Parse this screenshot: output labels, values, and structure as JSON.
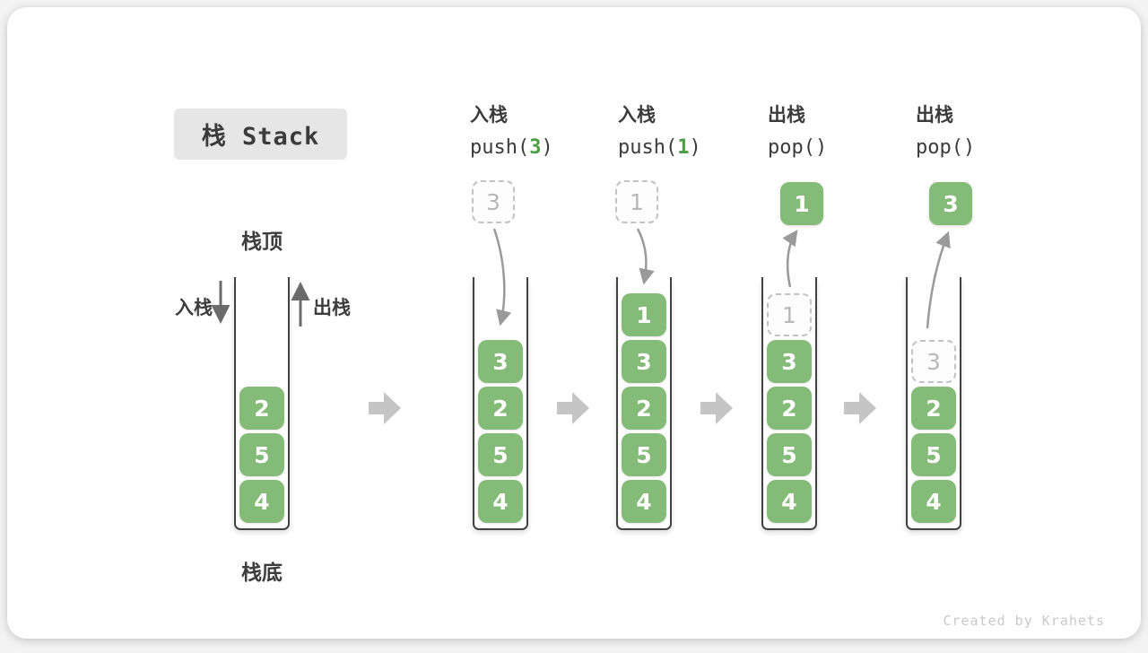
{
  "title": "栈 Stack",
  "watermark": "Created by Krahets",
  "side_labels": {
    "top": "栈顶",
    "bottom": "栈底",
    "push": "入栈",
    "pop": "出栈"
  },
  "colors": {
    "cell_green": "#85bb78",
    "code_arg_green": "#4c9e44",
    "dark_text": "#3b3b3b",
    "ghost_gray": "#c2c2c2",
    "step_arrow_gray": "#c5c5c5",
    "flow_arrow_gray": "#9a9a9a"
  },
  "stacks": [
    {
      "cells": [
        {
          "v": "4"
        },
        {
          "v": "5"
        },
        {
          "v": "2"
        }
      ]
    },
    {
      "op": "入栈",
      "code_pre": "push(",
      "code_arg": "3",
      "code_post": ")",
      "float": {
        "kind": "dashed",
        "v": "3"
      },
      "cells": [
        {
          "v": "4"
        },
        {
          "v": "5"
        },
        {
          "v": "2"
        },
        {
          "v": "3"
        }
      ]
    },
    {
      "op": "入栈",
      "code_pre": "push(",
      "code_arg": "1",
      "code_post": ")",
      "float": {
        "kind": "dashed",
        "v": "1"
      },
      "cells": [
        {
          "v": "4"
        },
        {
          "v": "5"
        },
        {
          "v": "2"
        },
        {
          "v": "3"
        },
        {
          "v": "1"
        }
      ]
    },
    {
      "op": "出栈",
      "code_pre": "pop(",
      "code_arg": "",
      "code_post": ")",
      "float": {
        "kind": "solid",
        "v": "1"
      },
      "cells": [
        {
          "v": "4"
        },
        {
          "v": "5"
        },
        {
          "v": "2"
        },
        {
          "v": "3"
        },
        {
          "v": "1",
          "ghost": true
        }
      ]
    },
    {
      "op": "出栈",
      "code_pre": "pop(",
      "code_arg": "",
      "code_post": ")",
      "float": {
        "kind": "solid",
        "v": "3"
      },
      "cells": [
        {
          "v": "4"
        },
        {
          "v": "5"
        },
        {
          "v": "2"
        },
        {
          "v": "3",
          "ghost": true
        }
      ]
    }
  ]
}
